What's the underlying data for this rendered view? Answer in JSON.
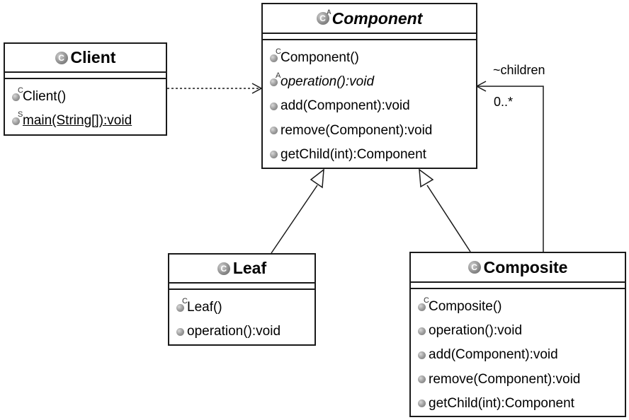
{
  "classes": {
    "component": {
      "name": "Component",
      "icon": "class-icon",
      "icon_badge": "A",
      "operations": [
        {
          "label": "Component()",
          "badge": "C"
        },
        {
          "label": "operation():void",
          "badge": "A"
        },
        {
          "label": "add(Component):void",
          "badge": ""
        },
        {
          "label": "remove(Component):void",
          "badge": ""
        },
        {
          "label": "getChild(int):Component",
          "badge": ""
        }
      ]
    },
    "client": {
      "name": "Client",
      "icon": "class-icon",
      "operations": [
        {
          "label": "Client()",
          "badge": "C"
        },
        {
          "label": "main(String[]):void",
          "badge": "S"
        }
      ]
    },
    "leaf": {
      "name": "Leaf",
      "icon": "class-icon",
      "operations": [
        {
          "label": "Leaf()",
          "badge": "C"
        },
        {
          "label": "operation():void",
          "badge": ""
        }
      ]
    },
    "composite": {
      "name": "Composite",
      "icon": "class-icon",
      "operations": [
        {
          "label": "Composite()",
          "badge": "C"
        },
        {
          "label": "operation():void",
          "badge": ""
        },
        {
          "label": "add(Component):void",
          "badge": ""
        },
        {
          "label": "remove(Component):void",
          "badge": ""
        },
        {
          "label": "getChild(int):Component",
          "badge": ""
        }
      ]
    }
  },
  "association": {
    "role": "~children",
    "multiplicity": "0..*"
  },
  "colors": {
    "line": "#1a1a1a",
    "icon_gray": "#8f8f8f",
    "background": "#ffffff"
  }
}
